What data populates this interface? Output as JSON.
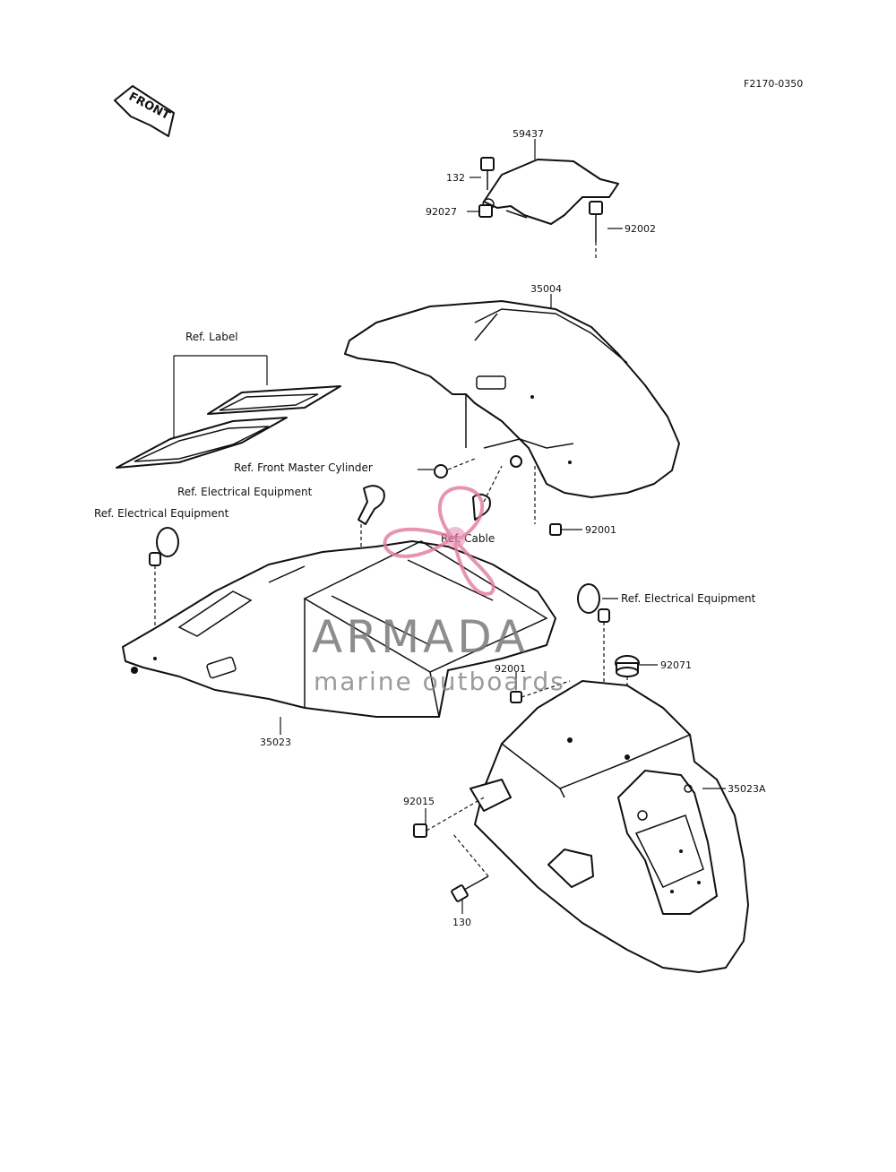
{
  "diagram_code": "F2170-0350",
  "front_arrow_label": "FRONT",
  "parts": {
    "p59437": "59437",
    "p132": "132",
    "p92002": "92002",
    "p92027": "92027",
    "p35004": "35004",
    "p92001_top": "92001",
    "p35023": "35023",
    "p92001_mid": "92001",
    "p92071": "92071",
    "p35023A": "35023A",
    "p92015": "92015",
    "p130": "130"
  },
  "references": {
    "ref_label": "Ref. Label",
    "ref_front_master_cylinder": "Ref. Front Master Cylinder",
    "ref_electrical_1": "Ref. Electrical Equipment",
    "ref_electrical_2": "Ref. Electrical Equipment",
    "ref_cable": "Ref. Cable",
    "ref_electrical_3": "Ref. Electrical Equipment"
  },
  "watermark": {
    "brand": "ARMADA",
    "tagline": "marine outboards",
    "accent_color": "#e07aa0"
  }
}
